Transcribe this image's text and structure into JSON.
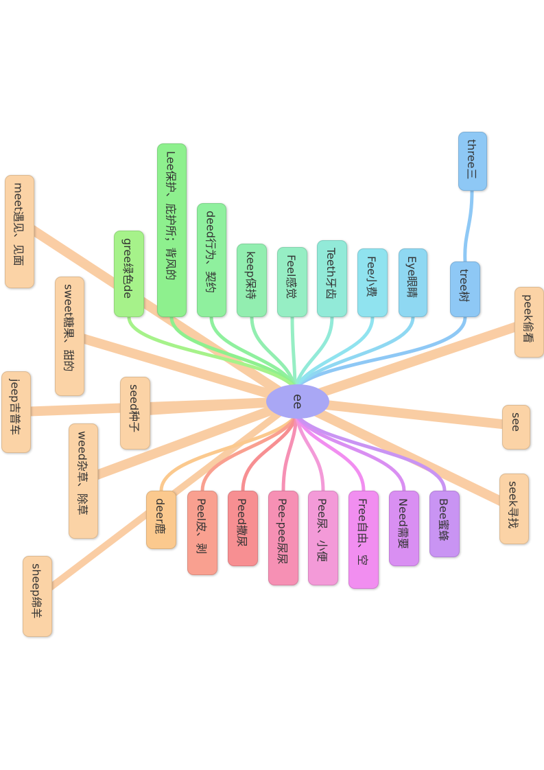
{
  "center": "ee",
  "top_branches": [
    {
      "label": "three三",
      "color": "#8ec8f5"
    },
    {
      "label": "tree树",
      "color": "#8ec8f5"
    },
    {
      "label": "Eye眼睛",
      "color": "#8fd8f2"
    },
    {
      "label": "Fee小费",
      "color": "#90e3ef"
    },
    {
      "label": "Teeth牙齿",
      "color": "#92ead8"
    },
    {
      "label": "Feel感觉",
      "color": "#96eec4"
    },
    {
      "label": "keep保持",
      "color": "#92eeb0"
    },
    {
      "label": "deed行为、契约",
      "color": "#8ff09e"
    },
    {
      "label": "Lee保护、庇护所；背风的",
      "color": "#8ef08e"
    },
    {
      "label": "gree绿色de",
      "color": "#a6f28a"
    }
  ],
  "bottom_branches": [
    {
      "label": "deer鹿",
      "color": "#fbc98e"
    },
    {
      "label": "Peel皮、剥",
      "color": "#f9a090"
    },
    {
      "label": "Peed撒尿",
      "color": "#f78f92"
    },
    {
      "label": "Pee-pee尿尿",
      "color": "#f690b4"
    },
    {
      "label": "Pee尿、小便",
      "color": "#f39ad8"
    },
    {
      "label": "Free自由、空",
      "color": "#f18ef0"
    },
    {
      "label": "Need需要",
      "color": "#d98ff2"
    },
    {
      "label": "Bee蜜蜂",
      "color": "#c994f3"
    }
  ],
  "orange_nodes": {
    "meet": "meet遇见、见面",
    "sweet": "sweet糖果、甜的",
    "seed": "seed种子",
    "jeep": "jeep吉普车",
    "weed": "weed杂草、除草",
    "sheep": "sheep绵羊",
    "peek": "peek偷看",
    "see": "see",
    "seek": "seek寻找"
  },
  "link_color": "#f9c89a"
}
